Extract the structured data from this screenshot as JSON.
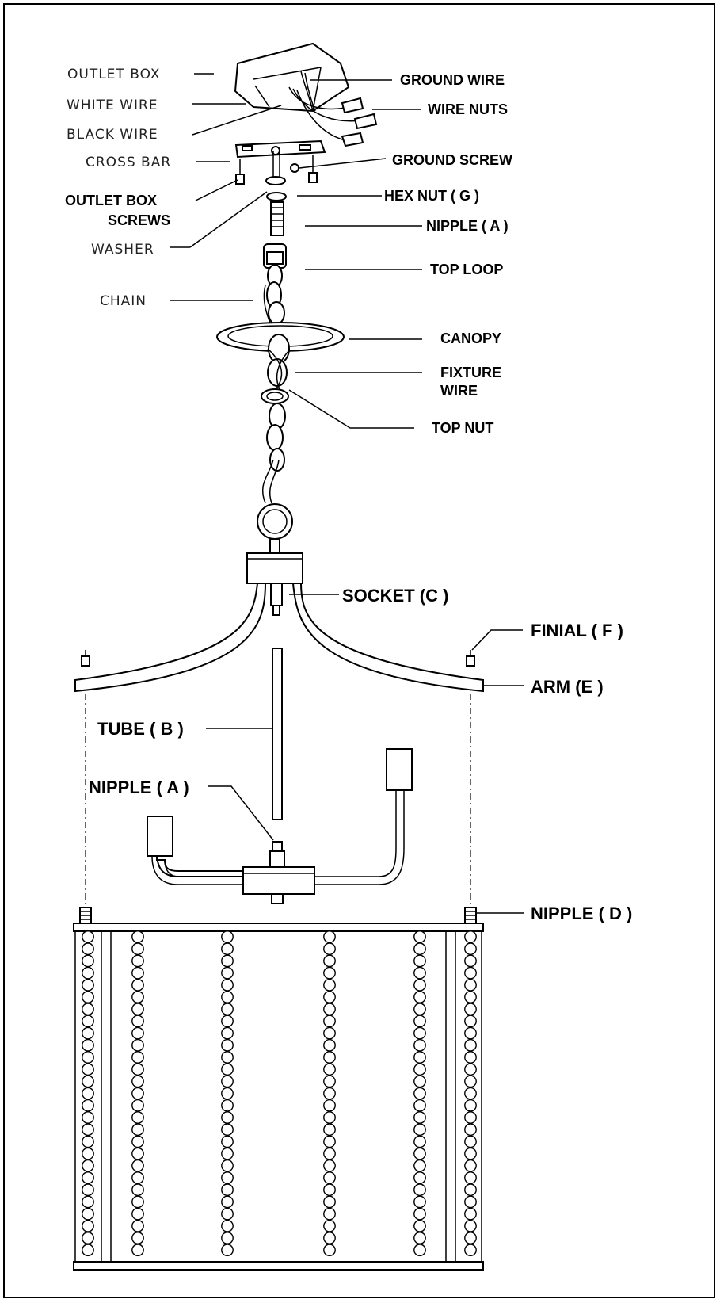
{
  "labels": {
    "outlet_box": "OUTLET  BOX",
    "white_wire": "WHITE  WIRE",
    "black_wire": "BLACK  WIRE",
    "cross_bar": "CROSS  BAR",
    "outlet_box_screws_1": "OUTLET BOX",
    "outlet_box_screws_2": "SCREWS",
    "washer": "WASHER",
    "chain": "CHAIN",
    "ground_wire": "GROUND WIRE",
    "wire_nuts": "WIRE NUTS",
    "ground_screw": "GROUND SCREW",
    "hex_nut": "HEX NUT  ( G )",
    "nipple_a_top": "NIPPLE ( A )",
    "top_loop": "TOP  LOOP",
    "canopy": "CANOPY",
    "fixture_wire_1": "FIXTURE",
    "fixture_wire_2": "WIRE",
    "top_nut": "TOP NUT",
    "socket": "SOCKET (C )",
    "finial": "FINIAL  ( F )",
    "arm": "ARM  (E )",
    "tube": "TUBE  ( B )",
    "nipple_a_mid": "NIPPLE  ( A )",
    "nipple_d": "NIPPLE  ( D )"
  }
}
